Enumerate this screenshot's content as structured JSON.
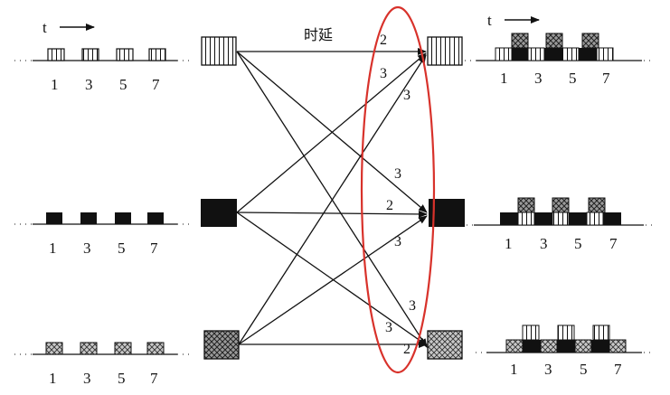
{
  "time_symbol": "t",
  "delay_label": "时延",
  "tick_labels": [
    "1",
    "3",
    "5",
    "7"
  ],
  "delay_values": {
    "top_to_top": "2",
    "mid_to_top": "3",
    "bot_to_top": "3",
    "top_to_mid": "3",
    "mid_to_mid": "2",
    "bot_to_mid": "3",
    "top_to_bot": "3",
    "mid_to_bot": "3",
    "bot_to_bot": "2"
  },
  "colors": {
    "ellipse": "#d8322b",
    "stroke": "#111111"
  }
}
